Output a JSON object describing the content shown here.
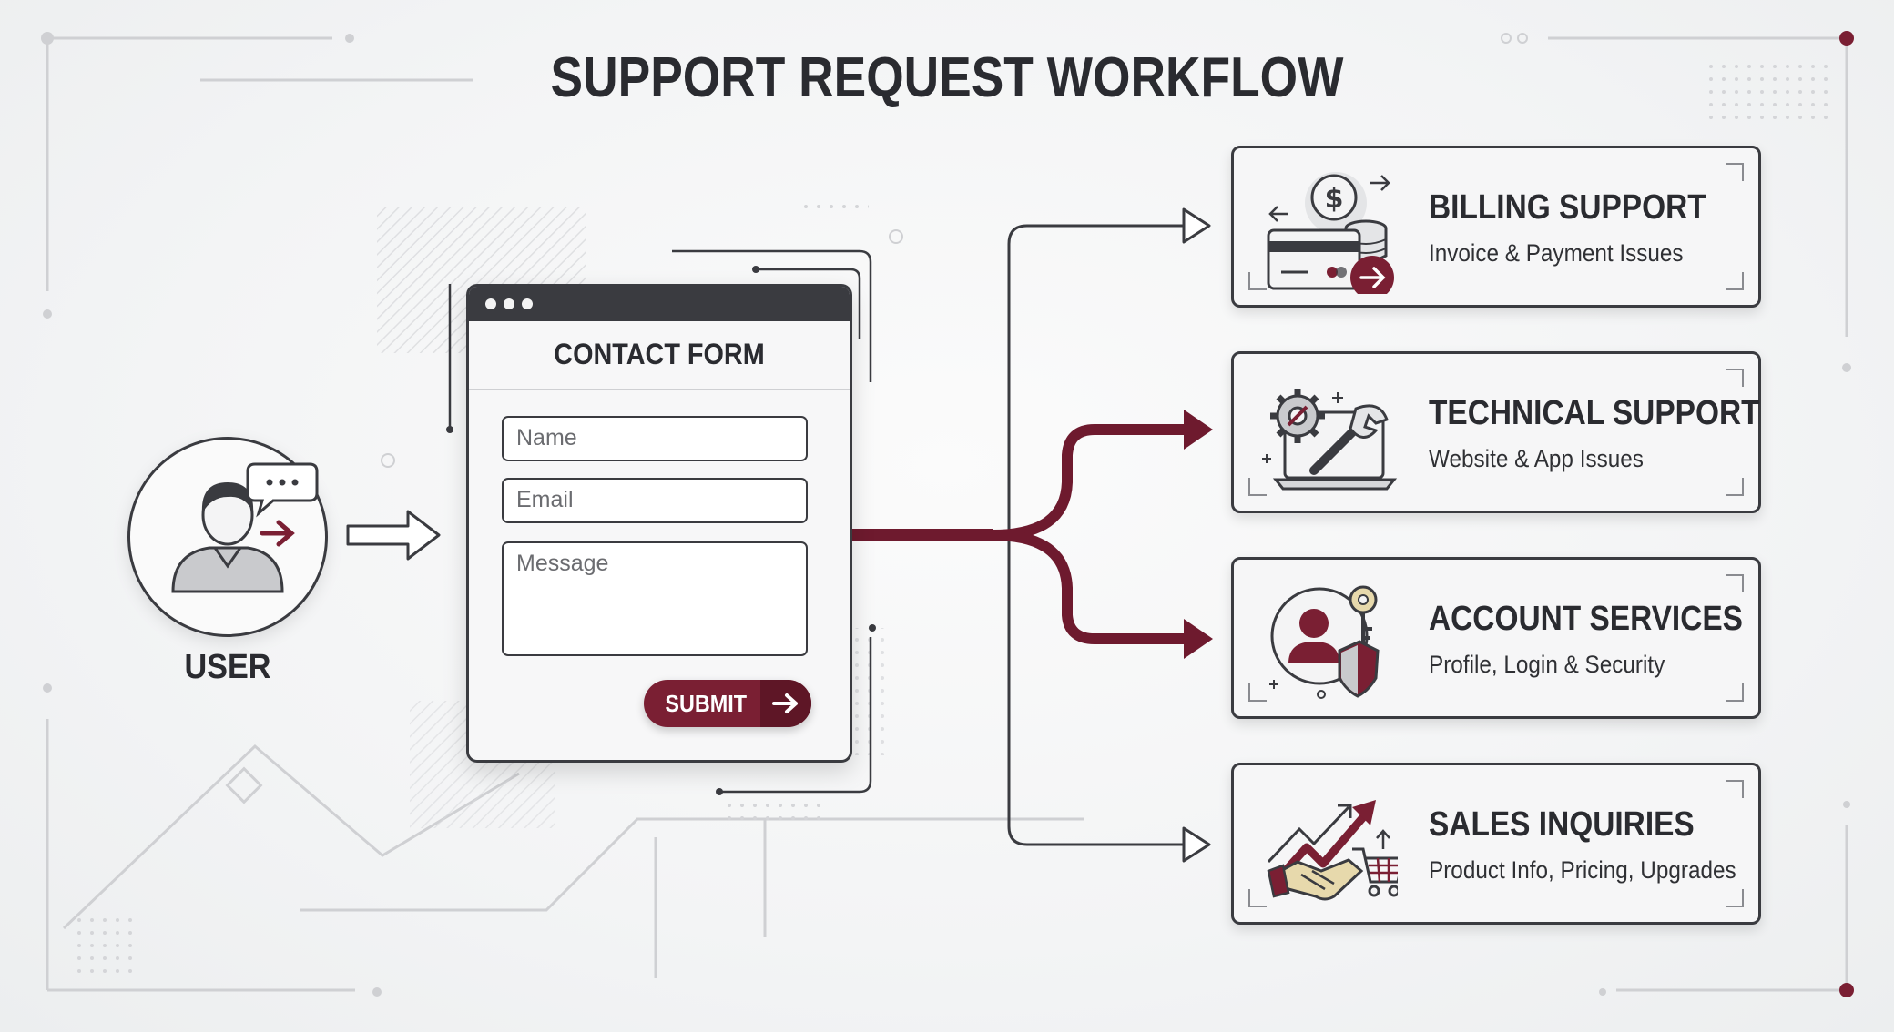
{
  "title": "SUPPORT REQUEST WORKFLOW",
  "user": {
    "label": "USER",
    "icon": "user-chat-icon"
  },
  "contact_form": {
    "heading": "CONTACT FORM",
    "fields": {
      "name": "Name",
      "email": "Email",
      "message": "Message"
    },
    "submit_label": "SUBMIT"
  },
  "destinations": [
    {
      "title": "BILLING SUPPORT",
      "subtitle": "Invoice & Payment Issues",
      "icon": "billing-icon"
    },
    {
      "title": "TECHNICAL SUPPORT",
      "subtitle": "Website & App Issues",
      "icon": "gear-wrench-laptop-icon"
    },
    {
      "title": "ACCOUNT SERVICES",
      "subtitle": "Profile, Login & Security",
      "icon": "user-shield-key-icon"
    },
    {
      "title": "SALES INQUIRIES",
      "subtitle": "Product Info, Pricing, Upgrades",
      "icon": "handshake-cart-icon"
    }
  ],
  "colors": {
    "accent": "#7a1f33",
    "ink": "#3a3b40",
    "background": "#f3f4f5"
  }
}
